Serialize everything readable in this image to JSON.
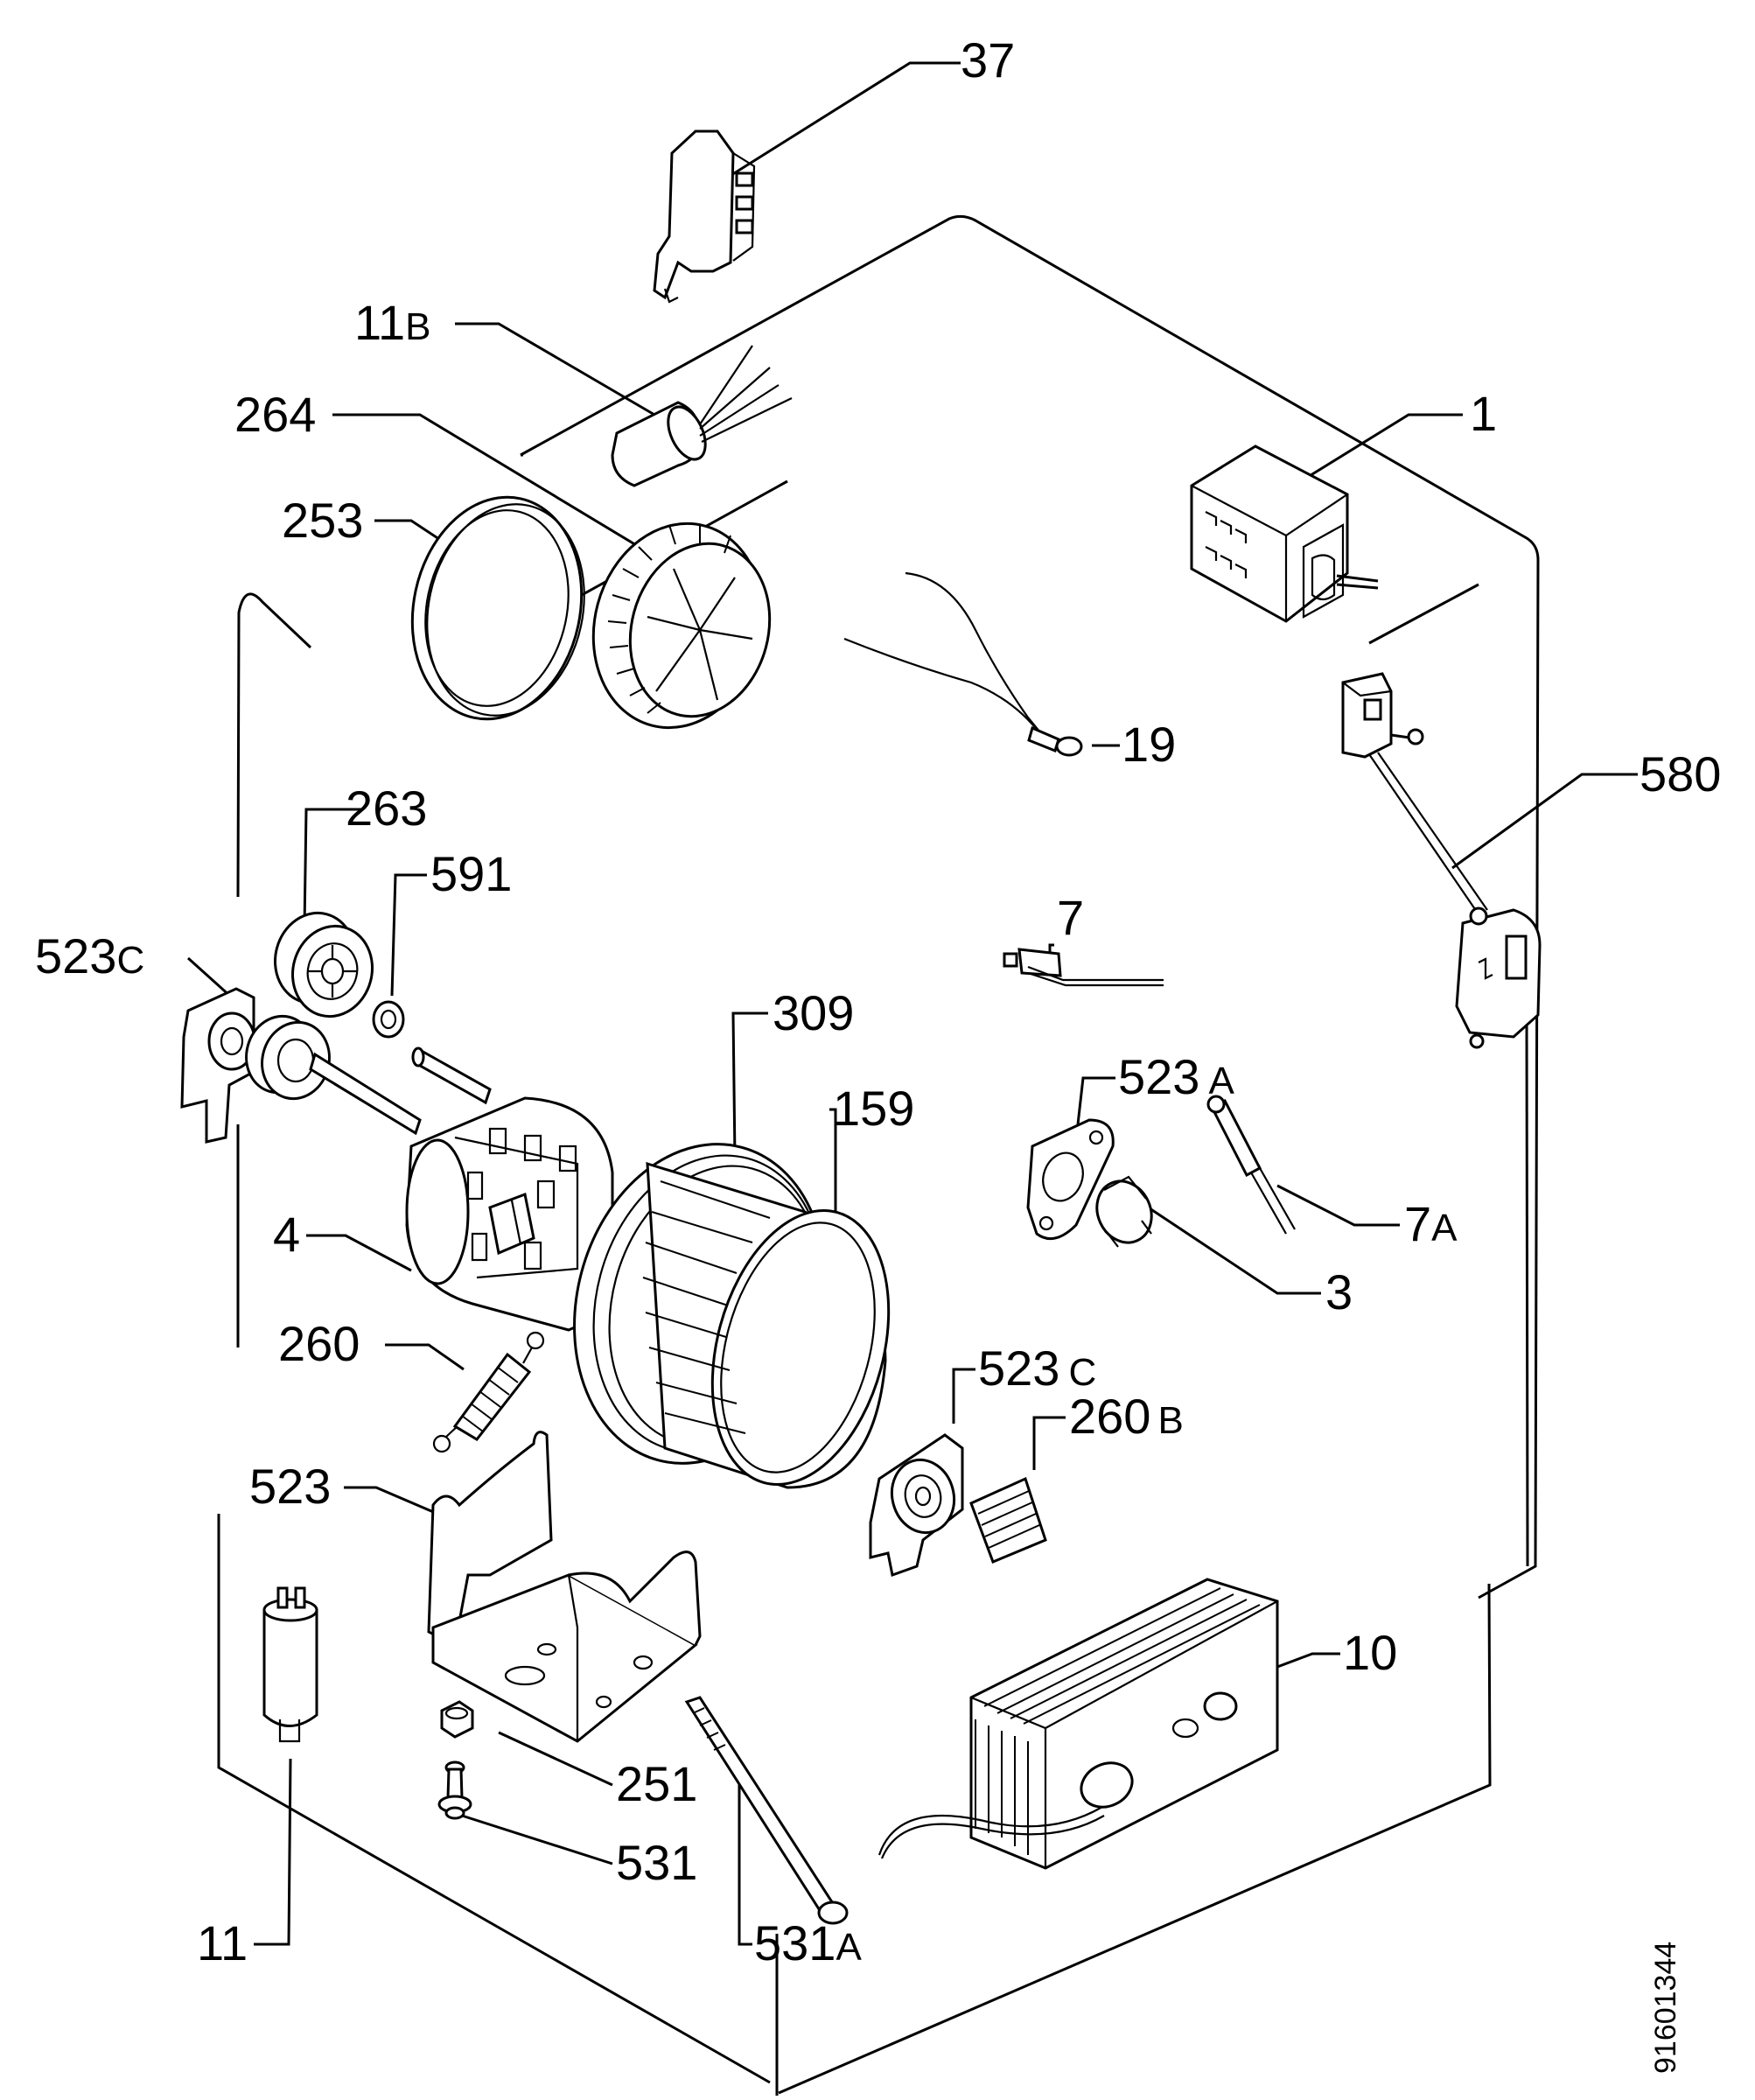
{
  "diagram": {
    "drawing_number": "91601344",
    "callouts": [
      {
        "id": "37",
        "number": "37",
        "suffix": ""
      },
      {
        "id": "11B",
        "number": "11",
        "suffix": "B"
      },
      {
        "id": "264",
        "number": "264",
        "suffix": ""
      },
      {
        "id": "1",
        "number": "1",
        "suffix": ""
      },
      {
        "id": "253",
        "number": "253",
        "suffix": ""
      },
      {
        "id": "19",
        "number": "19",
        "suffix": ""
      },
      {
        "id": "580",
        "number": "580",
        "suffix": ""
      },
      {
        "id": "263",
        "number": "263",
        "suffix": ""
      },
      {
        "id": "591",
        "number": "591",
        "suffix": ""
      },
      {
        "id": "7",
        "number": "7",
        "suffix": ""
      },
      {
        "id": "523C_left",
        "number": "523",
        "suffix": "C"
      },
      {
        "id": "309",
        "number": "309",
        "suffix": ""
      },
      {
        "id": "523A",
        "number": "523",
        "suffix": "A"
      },
      {
        "id": "159",
        "number": "159",
        "suffix": ""
      },
      {
        "id": "4",
        "number": "4",
        "suffix": ""
      },
      {
        "id": "7A",
        "number": "7",
        "suffix": "A"
      },
      {
        "id": "3",
        "number": "3",
        "suffix": ""
      },
      {
        "id": "260",
        "number": "260",
        "suffix": ""
      },
      {
        "id": "523C_right",
        "number": "523",
        "suffix": "C"
      },
      {
        "id": "260B",
        "number": "260",
        "suffix": "B"
      },
      {
        "id": "523",
        "number": "523",
        "suffix": ""
      },
      {
        "id": "10",
        "number": "10",
        "suffix": ""
      },
      {
        "id": "251",
        "number": "251",
        "suffix": ""
      },
      {
        "id": "531",
        "number": "531",
        "suffix": ""
      },
      {
        "id": "11",
        "number": "11",
        "suffix": ""
      },
      {
        "id": "531A",
        "number": "531",
        "suffix": "A"
      }
    ]
  }
}
